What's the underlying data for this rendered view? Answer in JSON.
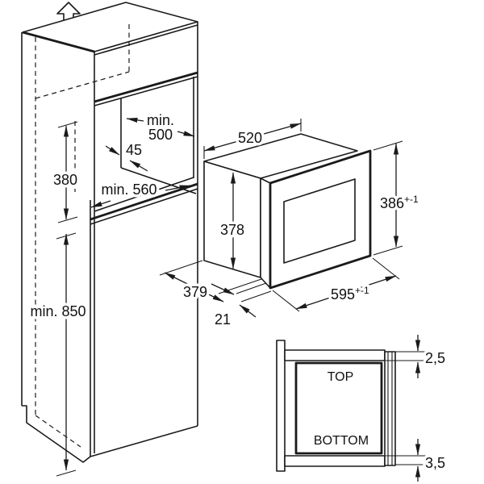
{
  "cabinet": {
    "niche_depth_min": {
      "line1": "min.",
      "line2": "500"
    },
    "rear_clearance": "45",
    "niche_height": "380",
    "niche_width_min": "min. 560",
    "floor_height_min": "min. 850"
  },
  "oven": {
    "body_width": "520",
    "body_height": "378",
    "body_depth": "379",
    "front_height": {
      "value": "386",
      "tol": "+-1"
    },
    "front_width": {
      "value": "595",
      "tol": "+-1"
    },
    "frame_gap": "21"
  },
  "overlap_detail": {
    "top_label": "TOP",
    "bottom_label": "BOTTOM",
    "overlap_top": "2,5",
    "overlap_bottom": "3,5"
  },
  "colors": {
    "line": "#1a1a1a",
    "background": "#ffffff"
  }
}
